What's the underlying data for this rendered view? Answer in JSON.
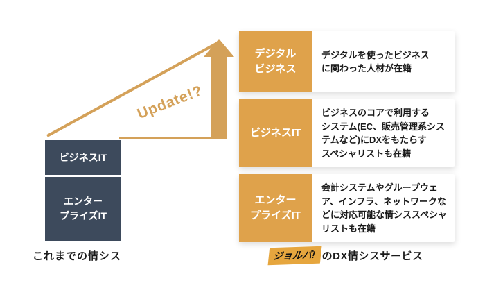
{
  "colors": {
    "gold": "#dfa24b",
    "tan": "#d4a159",
    "navy": "#3d4a5c",
    "badge": "#e6a63e",
    "text": "#1a1a1a"
  },
  "left": {
    "box_top": "ビジネスIT",
    "box_bottom": "エンター\nプライズIT",
    "caption": "これまでの情シス"
  },
  "update_label": "Update!?",
  "right": {
    "rows": [
      {
        "box": "デジタル\nビジネス",
        "desc": "デジタルを使ったビジネス\nに関わった人材が在籍"
      },
      {
        "box": "ビジネスIT",
        "desc": "ビジネスのコアで利用する\nシステム(EC、販売管理系シス\nテムなど)にDXをもたらす\nスペシャリストも在籍"
      },
      {
        "box": "エンター\nプライズIT",
        "desc": "会計システムやグループウェ\nア、インフラ、ネットワークな\nどに対応可能な情シススペシャ\nリストも在籍"
      }
    ],
    "caption_badge": "ジョルバ!",
    "caption_text": "のDX情シスサービス"
  }
}
